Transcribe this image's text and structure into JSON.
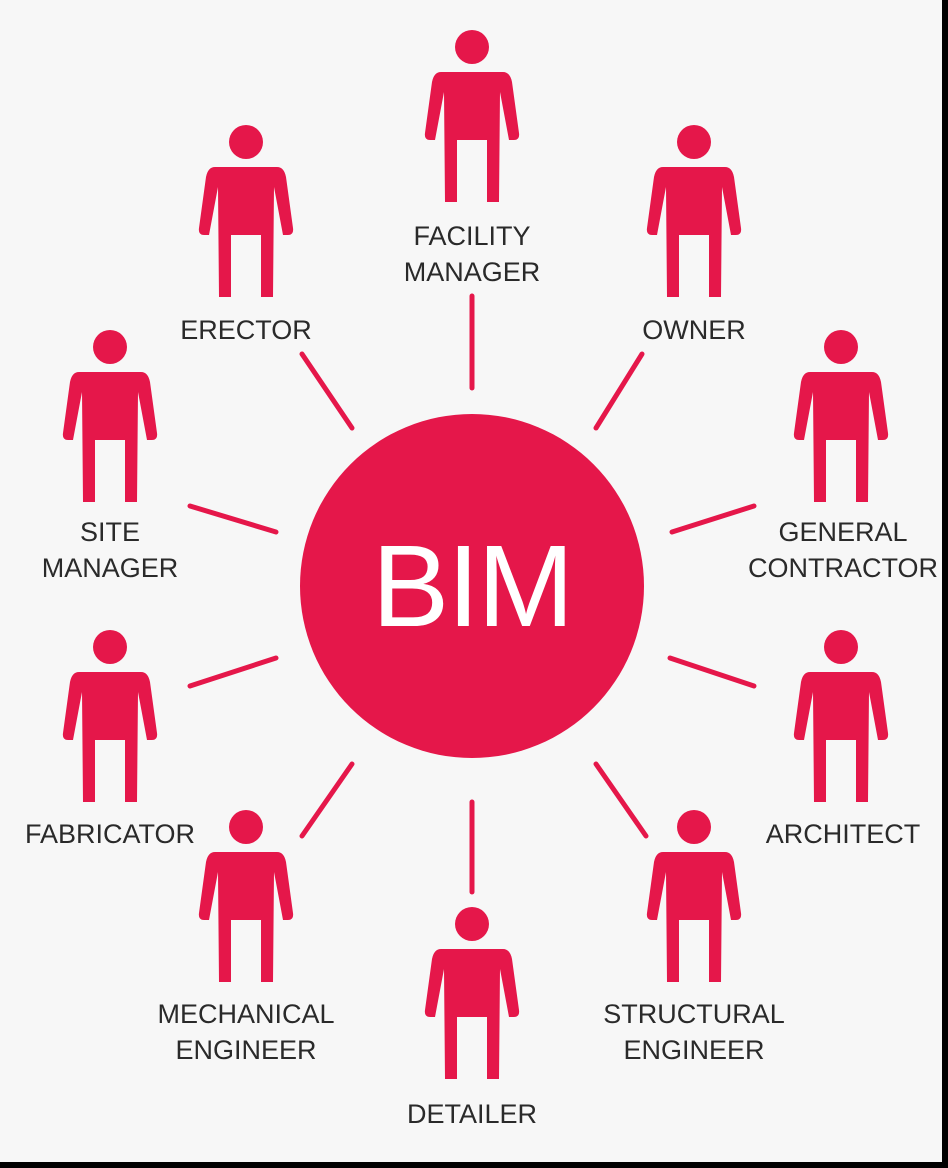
{
  "colors": {
    "background": "#f7f7f7",
    "accent": "#e5174a",
    "text": "#2a2a2a",
    "hub_text": "#ffffff"
  },
  "hub": {
    "label": "BIM"
  },
  "icon": "person-icon",
  "stakeholders": [
    {
      "id": "facility-manager",
      "label": "FACILITY\nMANAGER"
    },
    {
      "id": "owner",
      "label": "OWNER"
    },
    {
      "id": "general-contractor",
      "label": "GENERAL\nCONTRACTOR"
    },
    {
      "id": "architect",
      "label": "ARCHITECT"
    },
    {
      "id": "structural-engineer",
      "label": "STRUCTURAL\nENGINEER"
    },
    {
      "id": "detailer",
      "label": "DETAILER"
    },
    {
      "id": "mechanical-engineer",
      "label": "MECHANICAL\nENGINEER"
    },
    {
      "id": "fabricator",
      "label": "FABRICATOR"
    },
    {
      "id": "site-manager",
      "label": "SITE\nMANAGER"
    },
    {
      "id": "erector",
      "label": "ERECTOR"
    }
  ]
}
